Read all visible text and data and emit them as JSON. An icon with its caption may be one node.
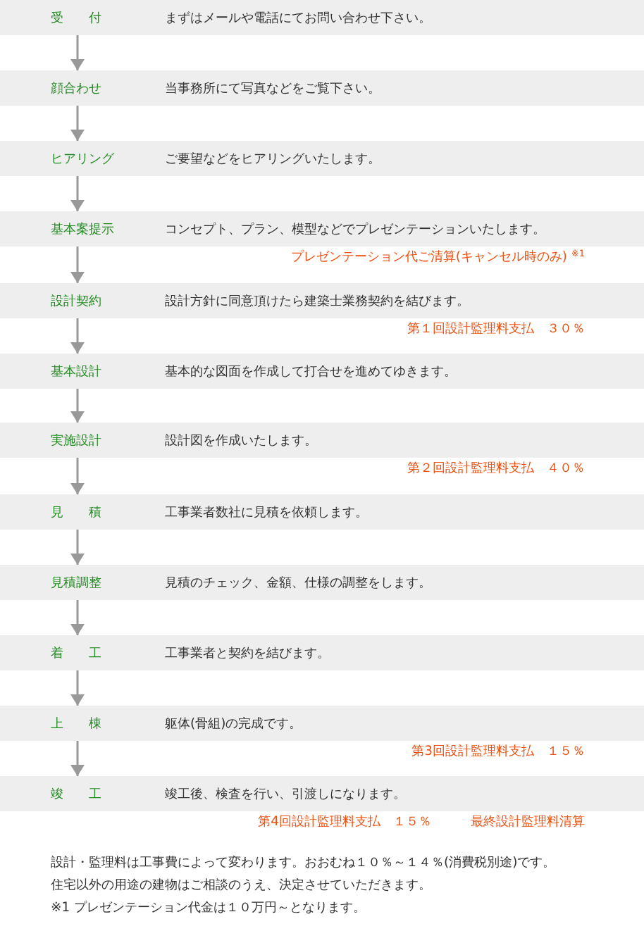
{
  "diagram": {
    "nodes": [
      {
        "text": [
          "受　　付",
          "まずはメールや電話にてお問い合わせ下さい。"
        ]
      },
      {
        "text": [
          "顔合わせ",
          "当事務所にて写真などをご覧下さい。"
        ]
      },
      {
        "text": [
          "ヒアリング",
          "ご要望などをヒアリングいたします。"
        ]
      },
      {
        "text": [
          "基本案提示",
          "コンセプト、プラン、模型などでプレゼンテーションいたします。"
        ],
        "beside": [
          "プレゼンテーション代ご清算(キャンセル時のみ) $^{※1}$"
        ]
      },
      {
        "text": [
          "設計契約",
          "設計方針に同意頂けたら建築士業務契約を結びます。"
        ],
        "beside": [
          "第１回設計監理料支払　３０％"
        ]
      },
      {
        "text": [
          "基本設計",
          "基本的な図面を作成して打合せを進めてゆきます。"
        ]
      },
      {
        "text": [
          "実施設計",
          "設計図を作成いたします。"
        ],
        "beside": [
          "第２回設計監理料支払　４０％"
        ]
      },
      {
        "text": [
          "見　　積",
          "工事業者数社に見積を依頼します。"
        ]
      },
      {
        "text": [
          "見積調整",
          "見積のチェック、金額、仕様の調整をします。"
        ]
      },
      {
        "text": [
          "着　　工",
          "工事業者と契約を結びます。"
        ]
      },
      {
        "text": [
          "上　　棟",
          "躯体(骨組)の完成です。"
        ],
        "beside": [
          "第3回設計監理料支払　１５％"
        ]
      },
      {
        "text": [
          "竣　　工",
          "竣工後、検査を行い、引渡しになります。"
        ],
        "beside": [
          "第4回設計監理料支払　１５％",
          "最終設計監理料清算"
        ]
      }
    ],
    "edges": [
      {
        "from": 0,
        "to": 1,
        "arrow": "to"
      },
      {
        "from": 1,
        "to": 2,
        "arrow": "to"
      },
      {
        "from": 2,
        "to": 3,
        "arrow": "to"
      },
      {
        "from": 3,
        "to": 4,
        "arrow": "to"
      },
      {
        "from": 4,
        "to": 5,
        "arrow": "to"
      },
      {
        "from": 5,
        "to": 6,
        "arrow": "to"
      },
      {
        "from": 6,
        "to": 7,
        "arrow": "to"
      },
      {
        "from": 7,
        "to": 8,
        "arrow": "to"
      },
      {
        "from": 8,
        "to": 9,
        "arrow": "to"
      },
      {
        "from": 9,
        "to": 10,
        "arrow": "to"
      },
      {
        "from": 10,
        "to": 11,
        "arrow": "to"
      }
    ],
    "labels": [
      "設計・監理料は工事費によって変わります。おおむね１０％～１４％(消費税別途)です。",
      "住宅以外の用途の建物はご相談のうえ、決定させていただきます。",
      "※1 プレゼンテーション代金は１０万円～となります。"
    ]
  }
}
